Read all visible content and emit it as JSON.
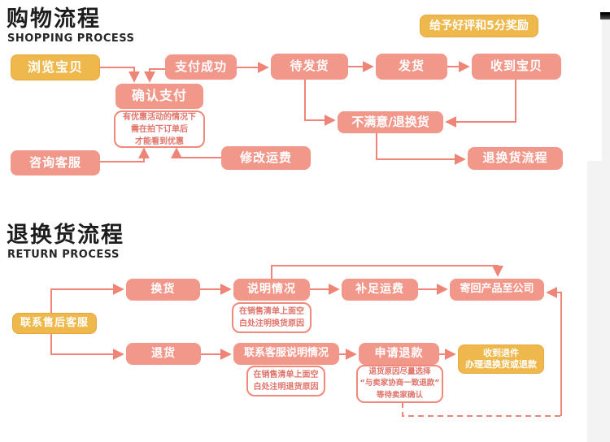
{
  "page": {
    "colors": {
      "pink": "#f2988b",
      "yellow": "#efb84c",
      "yellow-border": "#e7a83b",
      "line": "#ee8576",
      "note-border": "#f0897b",
      "note-text": "#e0746a",
      "title": "#1d1d1d",
      "strip": "#f3f3f3"
    }
  },
  "shopping": {
    "title": "购物流程",
    "subtitle": "SHOPPING PROCESS",
    "browse": "浏览宝贝",
    "payment_success": "支付成功",
    "confirm_payment": "确认支付",
    "confirm_note": "有优惠活动的情况下\n需在拍下订单后\n才能看到优惠",
    "consult_service": "咨询客服",
    "modify_shipping": "修改运费",
    "awaiting_shipment": "待发货",
    "shipped": "发货",
    "received_item": "收到宝贝",
    "reward": "给予好评和5分奖励",
    "unsatisfied": "不满意/退换货",
    "to_return_process": "退换货流程"
  },
  "returns": {
    "title": "退换货流程",
    "subtitle": "RETURN PROCESS",
    "contact_after_sales": "联系售后客服",
    "exchange": "换货",
    "explain": "说明情况",
    "exchange_note": "在销售清单上面空\n白处注明换货原因",
    "pay_shipping": "补足运费",
    "send_back": "寄回产品至公司",
    "return_goods": "退货",
    "contact_cs": "联系客服说明情况",
    "return_note": "在销售清单上面空\n白处注明退货原因",
    "apply_refund": "申请退款",
    "refund_note": "退货原因尽量选择\n“与卖家协商一致退款”\n等待卖家确认",
    "received_return": "收到退件\n办理退换货或退款"
  }
}
